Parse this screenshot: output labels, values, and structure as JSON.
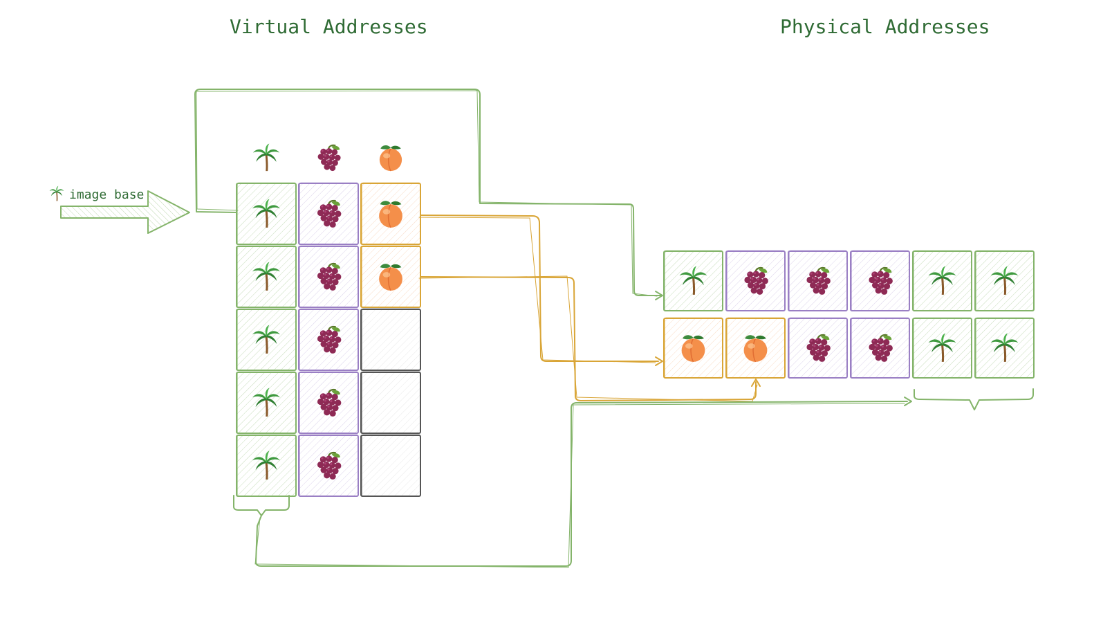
{
  "titles": {
    "virtual": "Virtual Addresses",
    "physical": "Physical Addresses"
  },
  "image_base": {
    "icon": "palm-tree-icon",
    "label": "image base"
  },
  "colors": {
    "palm": "#84b46a",
    "grapes": "#9a7fc4",
    "peach": "#d9a536",
    "empty": "#555555",
    "text": "#2f6b34"
  },
  "legend": [
    "palm",
    "grapes",
    "peach"
  ],
  "virtual_grid": [
    [
      "palm",
      "grapes",
      "peach"
    ],
    [
      "palm",
      "grapes",
      "peach"
    ],
    [
      "palm",
      "grapes",
      "empty"
    ],
    [
      "palm",
      "grapes",
      "empty"
    ],
    [
      "palm",
      "grapes",
      "empty"
    ]
  ],
  "physical_grid": [
    [
      "palm",
      "grapes",
      "grapes",
      "grapes",
      "palm",
      "palm"
    ],
    [
      "peach",
      "peach",
      "grapes",
      "grapes",
      "palm",
      "palm"
    ]
  ],
  "icons": {
    "palm": "palm-tree-icon",
    "grapes": "grapes-icon",
    "peach": "peach-icon",
    "empty": "empty-slot"
  }
}
